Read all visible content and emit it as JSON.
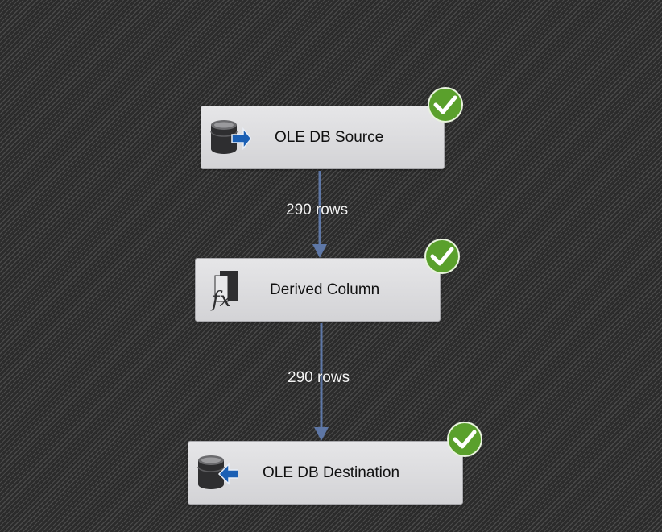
{
  "tasks": [
    {
      "name": "OLE DB Source",
      "icon": "database-source-icon",
      "status": "success"
    },
    {
      "name": "Derived Column",
      "icon": "derived-column-fx-icon",
      "status": "success"
    },
    {
      "name": "OLE DB Destination",
      "icon": "database-destination-icon",
      "status": "success"
    }
  ],
  "paths": [
    {
      "label": "290 rows"
    },
    {
      "label": "290 rows"
    }
  ],
  "colors": {
    "success": "#5aa02c",
    "arrow": "#5e77a6",
    "icon_blue": "#1a5fb4"
  }
}
